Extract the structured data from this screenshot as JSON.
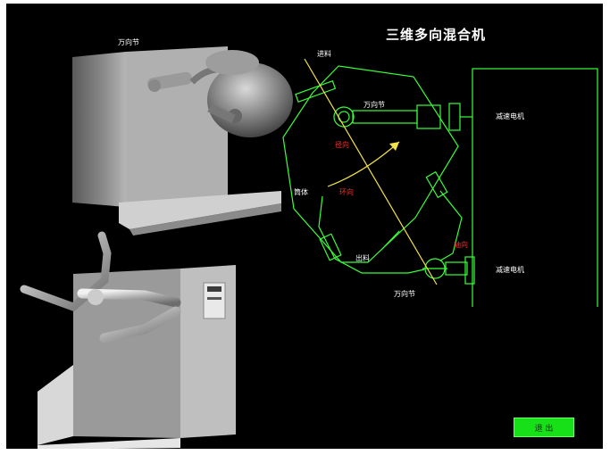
{
  "title": "三维多向混合机",
  "labels": {
    "direction_joint_photo": "万向节",
    "feed": "进料",
    "direction_joint_top": "万向节",
    "radial": "径向",
    "drum_body": "筒体",
    "circumferential": "环向",
    "discharge": "出料",
    "axial": "轴向",
    "direction_joint_bottom": "万向节",
    "motor_top": "减速电机",
    "motor_bottom": "减速电机"
  },
  "exit_button": "退 出",
  "colors": {
    "background": "#000000",
    "lines": "#39ff39",
    "axis": "#f4e24a",
    "red_label": "#ff2b2b",
    "button": "#18e018"
  }
}
